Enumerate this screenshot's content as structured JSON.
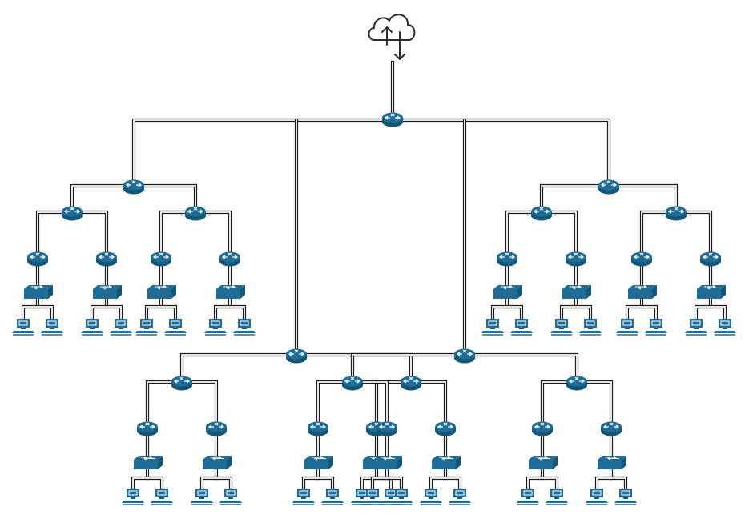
{
  "diagram": {
    "type": "hierarchical-network-topology",
    "root": "cloud-icon",
    "colors": {
      "device": "#1f6c96",
      "device_dark": "#155677",
      "link": "#1a1a1a",
      "cloud": "#2b2b2b"
    },
    "branches": [
      {
        "id": "branch-left",
        "routers": 7,
        "switches": 4,
        "workstations": 8
      },
      {
        "id": "branch-center-left",
        "routers": 7,
        "switches": 4,
        "workstations": 8
      },
      {
        "id": "branch-center-right",
        "routers": 7,
        "switches": 4,
        "workstations": 8
      },
      {
        "id": "branch-right",
        "routers": 7,
        "switches": 4,
        "workstations": 8
      }
    ],
    "core_router": "router-core",
    "icons": [
      "cloud-icon",
      "router-icon",
      "switch-icon",
      "workstation-icon"
    ]
  }
}
